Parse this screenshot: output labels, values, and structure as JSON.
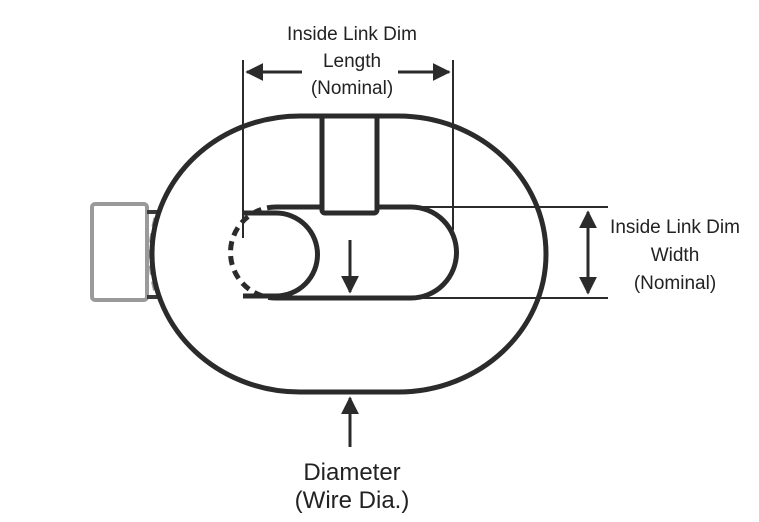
{
  "labels": {
    "length": {
      "line1": "Inside Link Dim",
      "line2": "Length",
      "line3": "(Nominal)"
    },
    "width": {
      "line1": "Inside Link Dim",
      "line2": "Width",
      "line3": "(Nominal)"
    },
    "diameter": {
      "line1": "Diameter",
      "line2": "(Wire Dia.)"
    }
  },
  "colors": {
    "stroke": "#2b2b2b",
    "fade": "#9a9a9a",
    "background": "#ffffff"
  }
}
